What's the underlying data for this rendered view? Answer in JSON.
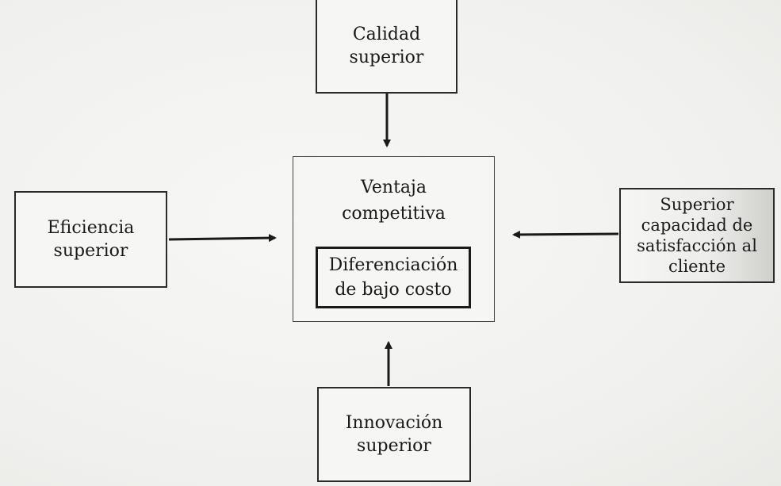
{
  "diagram": {
    "top": {
      "line1": "Calidad",
      "line2": "superior"
    },
    "left": {
      "line1": "Eficiencia",
      "line2": "superior"
    },
    "right": {
      "line1": "Superior",
      "line2": "capacidad de",
      "line3": "satisfacción al",
      "line4": "cliente"
    },
    "bottom": {
      "line1": "Innovación",
      "line2": "superior"
    },
    "center": {
      "line1": "Ventaja",
      "line2": "competitiva",
      "inner": {
        "line1": "Diferenciación",
        "line2": "de bajo costo"
      }
    },
    "colors": {
      "line": "#1a1a1a",
      "background": "#f3f3f1"
    }
  }
}
